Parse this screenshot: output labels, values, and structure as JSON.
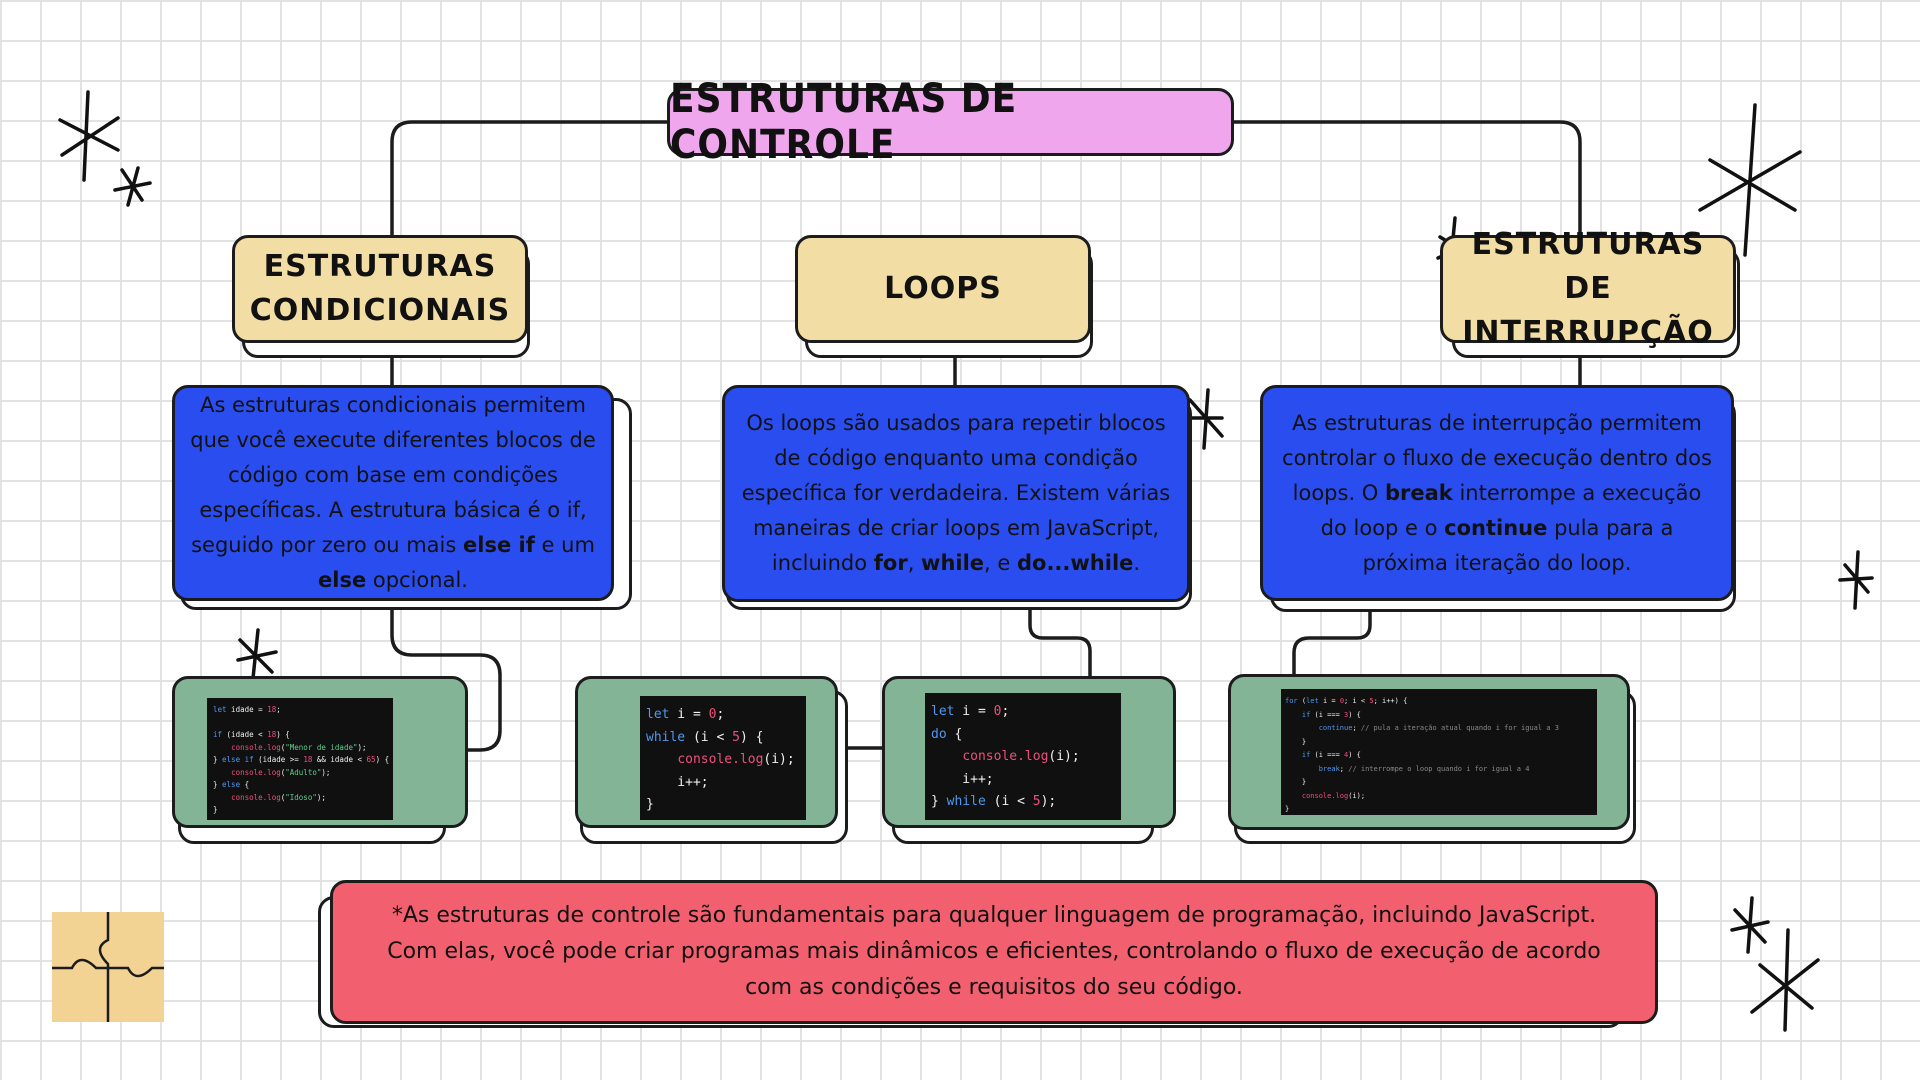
{
  "title": "ESTRUTURAS DE CONTROLE",
  "columns": [
    {
      "heading_line1": "ESTRUTURAS",
      "heading_line2": "CONDICIONAIS",
      "desc": {
        "t1": "As estruturas condicionais permitem que você execute diferentes blocos de código com base em condições específicas. A estrutura básica é o if, seguido por zero ou mais ",
        "b1": "else if",
        "t2": " e um ",
        "b2": "else",
        "t3": " opcional."
      }
    },
    {
      "heading_line1": "LOOPS",
      "desc": {
        "t1": "Os loops são usados para repetir blocos de código enquanto uma condição específica for verdadeira. Existem várias maneiras de criar loops em JavaScript, incluindo ",
        "b1": "for",
        "t2": ", ",
        "b2": "while",
        "t3": ", e ",
        "b3": "do...while",
        "t4": "."
      }
    },
    {
      "heading_line1": "ESTRUTURAS DE",
      "heading_line2": "INTERRUPÇÃO",
      "desc": {
        "t1": "As estruturas de interrupção permitem controlar o fluxo de execução dentro dos loops. O ",
        "b1": "break",
        "t2": " interrompe a execução do loop e o ",
        "b2": "continue",
        "t3": " pula para a próxima iteração do loop."
      }
    }
  ],
  "code": {
    "if_else": [
      "let idade = 18;",
      "",
      "if (idade < 18) {",
      "    console.log(\"Menor de idade\");",
      "} else if (idade >= 18 && idade < 65) {",
      "    console.log(\"Adulto\");",
      "} else {",
      "    console.log(\"Idoso\");",
      "}"
    ],
    "while": [
      "let i = 0;",
      "while (i < 5) {",
      "    console.log(i);",
      "    i++;",
      "}"
    ],
    "do_while": [
      "let i = 0;",
      "do {",
      "    console.log(i);",
      "    i++;",
      "} while (i < 5);"
    ],
    "break_continue": [
      "for (let i = 0; i < 5; i++) {",
      "    if (i === 3) {",
      "        continue; // pula a iteração atual quando i for igual a 3",
      "    }",
      "    if (i === 4) {",
      "        break; // interrompe o loop quando i for igual a 4",
      "    }",
      "    console.log(i);",
      "}"
    ]
  },
  "footer": "*As estruturas de controle são fundamentais para qualquer linguagem de programação, incluindo JavaScript. Com elas, você pode criar programas mais dinâmicos e eficientes, controlando o fluxo de execução de acordo com as condições e requisitos do seu código.",
  "colors": {
    "title_bg": "#efa6ec",
    "heading_bg": "#f2dea5",
    "desc_bg": "#2a4df0",
    "code_frame_bg": "#82b495",
    "footer_bg": "#f2606f",
    "puzzle": "#f2d394"
  },
  "decorations": [
    "sparkle-icon",
    "puzzle-icon"
  ]
}
